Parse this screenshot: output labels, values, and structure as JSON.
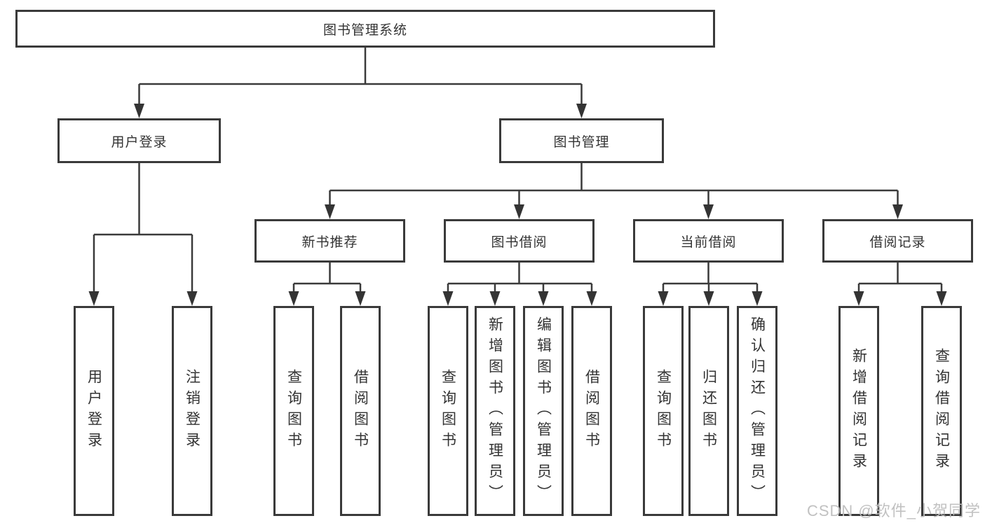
{
  "diagram": {
    "watermark": "CSDN @软件_小贺同学",
    "colors": {
      "line": "#3a3a3a",
      "box_border": "#3a3a3a",
      "box_background": "#ffffff",
      "text": "#333333",
      "watermark": "#bebebe"
    }
  },
  "tree": {
    "label": "图书管理系统",
    "children": [
      {
        "label": "用户登录",
        "children": [
          {
            "label": "用户登录"
          },
          {
            "label": "注销登录"
          }
        ]
      },
      {
        "label": "图书管理",
        "children": [
          {
            "label": "新书推荐",
            "children": [
              {
                "label": "查询图书"
              },
              {
                "label": "借阅图书"
              }
            ]
          },
          {
            "label": "图书借阅",
            "children": [
              {
                "label": "查询图书"
              },
              {
                "label": "新增图书（管理员）"
              },
              {
                "label": "编辑图书（管理员）"
              },
              {
                "label": "借阅图书"
              }
            ]
          },
          {
            "label": "当前借阅",
            "children": [
              {
                "label": "查询图书"
              },
              {
                "label": "归还图书"
              },
              {
                "label": "确认归还（管理员）"
              }
            ]
          },
          {
            "label": "借阅记录",
            "children": [
              {
                "label": "新增借阅记录"
              },
              {
                "label": "查询借阅记录"
              }
            ]
          }
        ]
      }
    ]
  }
}
